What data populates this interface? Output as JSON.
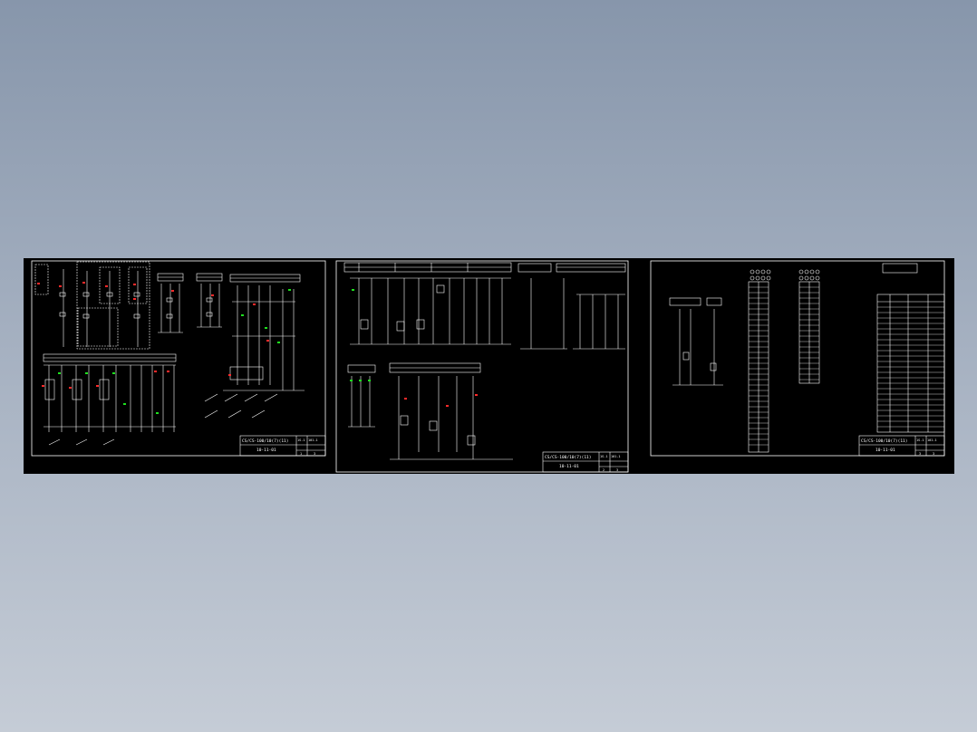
{
  "colors": {
    "background_top": "#8796ab",
    "background_bottom": "#c5ccd6",
    "canvas": "#000000",
    "line": "#ffffff",
    "highlight_red": "#ff2a2a",
    "highlight_green": "#1ee01e"
  },
  "sheets": [
    {
      "title_block": {
        "title": "CS/CS-100/10(7)(11)",
        "drawing_no": "10-11-01",
        "label": "1S-1",
        "code": "101-1",
        "cell_a": "1",
        "cell_b": "3"
      }
    },
    {
      "title_block": {
        "title": "CS/CS-100/10(7)(11)",
        "drawing_no": "10-11-01",
        "label": "1S-1",
        "code": "101-1",
        "cell_a": "2",
        "cell_b": "3"
      }
    },
    {
      "title_block": {
        "title": "CS/CS-100/10(7)(11)",
        "drawing_no": "10-11-01",
        "label": "1S-1",
        "code": "101-1",
        "cell_a": "3",
        "cell_b": "3"
      }
    }
  ]
}
